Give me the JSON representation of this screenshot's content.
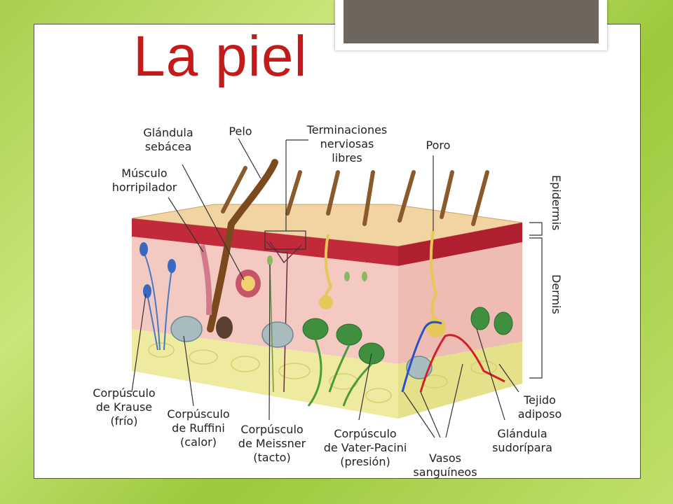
{
  "title": "La piel",
  "labels": {
    "glandula_sebacea": "Glándula\nsebácea",
    "pelo": "Pelo",
    "terminaciones": "Terminaciones\nnerviosas\nlibres",
    "poro": "Poro",
    "musculo": "Músculo\nhorripilador",
    "epidermis": "Epidermis",
    "dermis": "Dermis",
    "krause": "Corpúsculo\nde Krause\n(frío)",
    "ruffini": "Corpúsculo\nde Ruffini\n(calor)",
    "meissner": "Corpúsculo\nde Meissner\n(tacto)",
    "pacini": "Corpúsculo\nde Vater-Pacini\n(presión)",
    "vasos": "Vasos\nsanguíneos",
    "sudoripara": "Glándula\nsudorípara",
    "tejido": "Tejido\nadiposo"
  },
  "colors": {
    "title": "#c51a1a",
    "background": "#a8cf4e",
    "epidermis": "#c22a3a",
    "dermis": "#f4c9c2",
    "fat": "#eeeaa0",
    "receptor_green": "#3f8f3f",
    "vein_blue": "#2a4fc8",
    "artery_red": "#d0202a"
  }
}
